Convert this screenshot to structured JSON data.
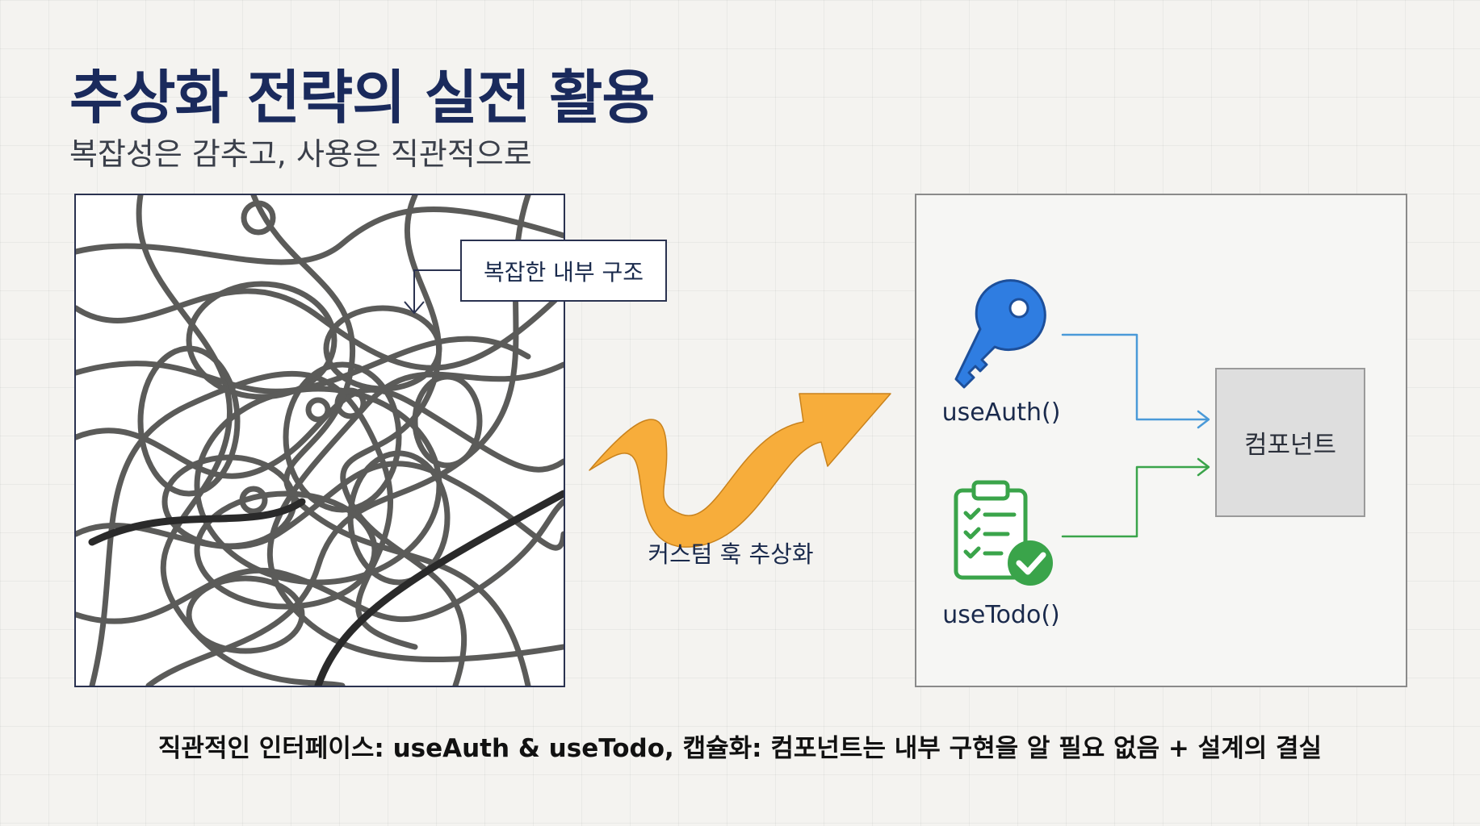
{
  "title": "추상화 전략의 실전 활용",
  "subtitle": "복잡성은 감추고, 사용은 직관적으로",
  "left_panel": {
    "callout_label": "복잡한 내부 구조"
  },
  "transform_arrow": {
    "label": "커스텀 훅 추상화",
    "color": "#f7ad3b"
  },
  "right_panel": {
    "hooks": [
      {
        "label": "useAuth()",
        "icon": "key-icon",
        "color": "#2f7de1",
        "connector_color": "#4a9ad8"
      },
      {
        "label": "useTodo()",
        "icon": "clipboard-check-icon",
        "color": "#3aa44a",
        "connector_color": "#3aa44a"
      }
    ],
    "component_label": "컴포넌트"
  },
  "caption": "직관적인 인터페이스: useAuth & useTodo, 캡슐화: 컴포넌트는 내부 구현을 알 필요 없음 + 설계의 결실"
}
